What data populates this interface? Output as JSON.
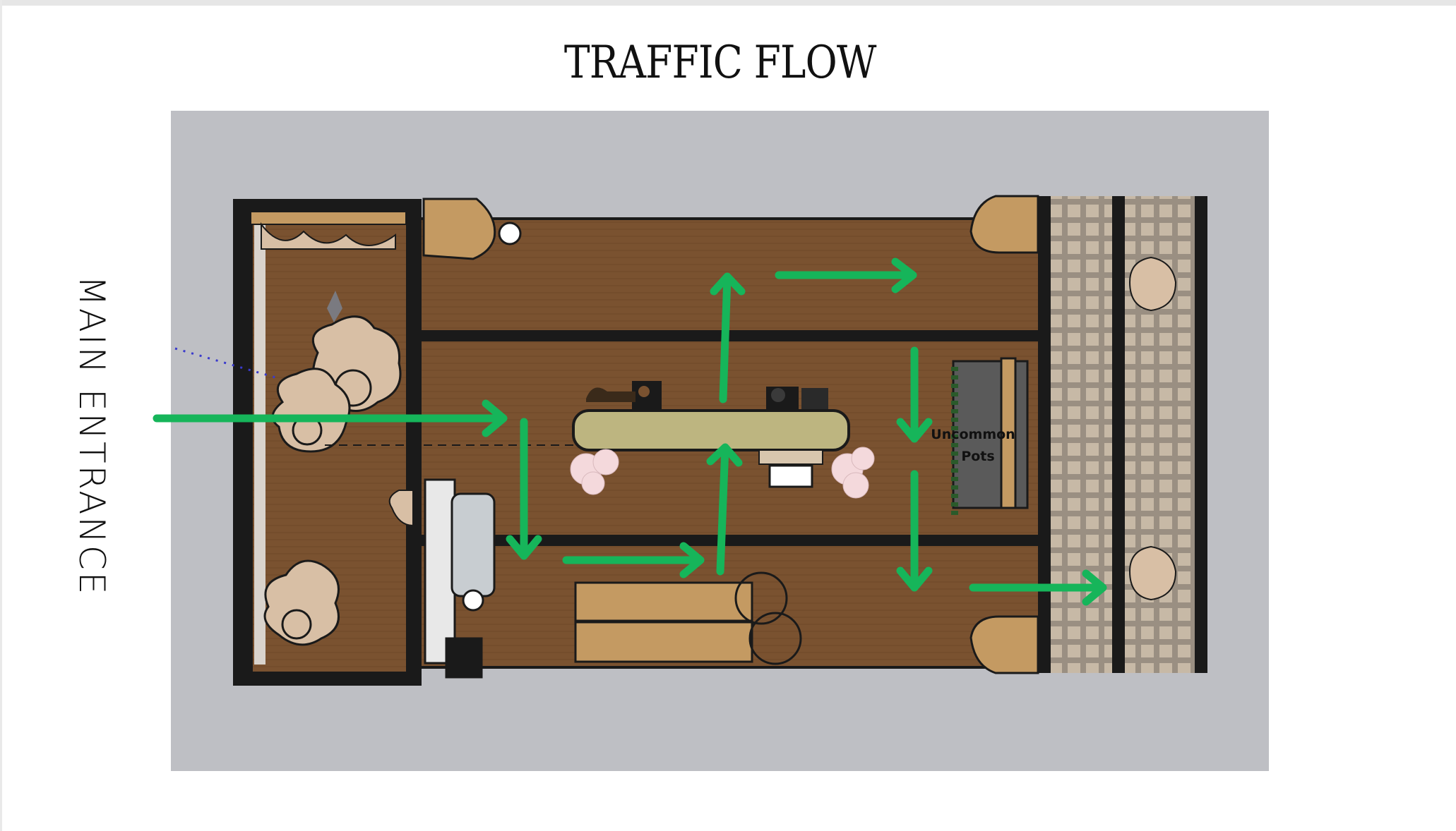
{
  "title": "TRAFFIC FLOW",
  "entrance_label": "MAIN ENTRANCE",
  "booth_sign": {
    "line1": "Uncommon",
    "line2": "Pots"
  },
  "colors": {
    "flow_arrow": "#16b55a",
    "floor": "#7a5230",
    "backdrop": "#bebfc4",
    "structure": "#1a1a1a",
    "counter": "#bdb580",
    "bench": "#c49a62"
  },
  "icons": [
    "direction-arrow",
    "planter",
    "potted-plant",
    "flower-cluster",
    "cash-register",
    "trellis",
    "bench"
  ]
}
